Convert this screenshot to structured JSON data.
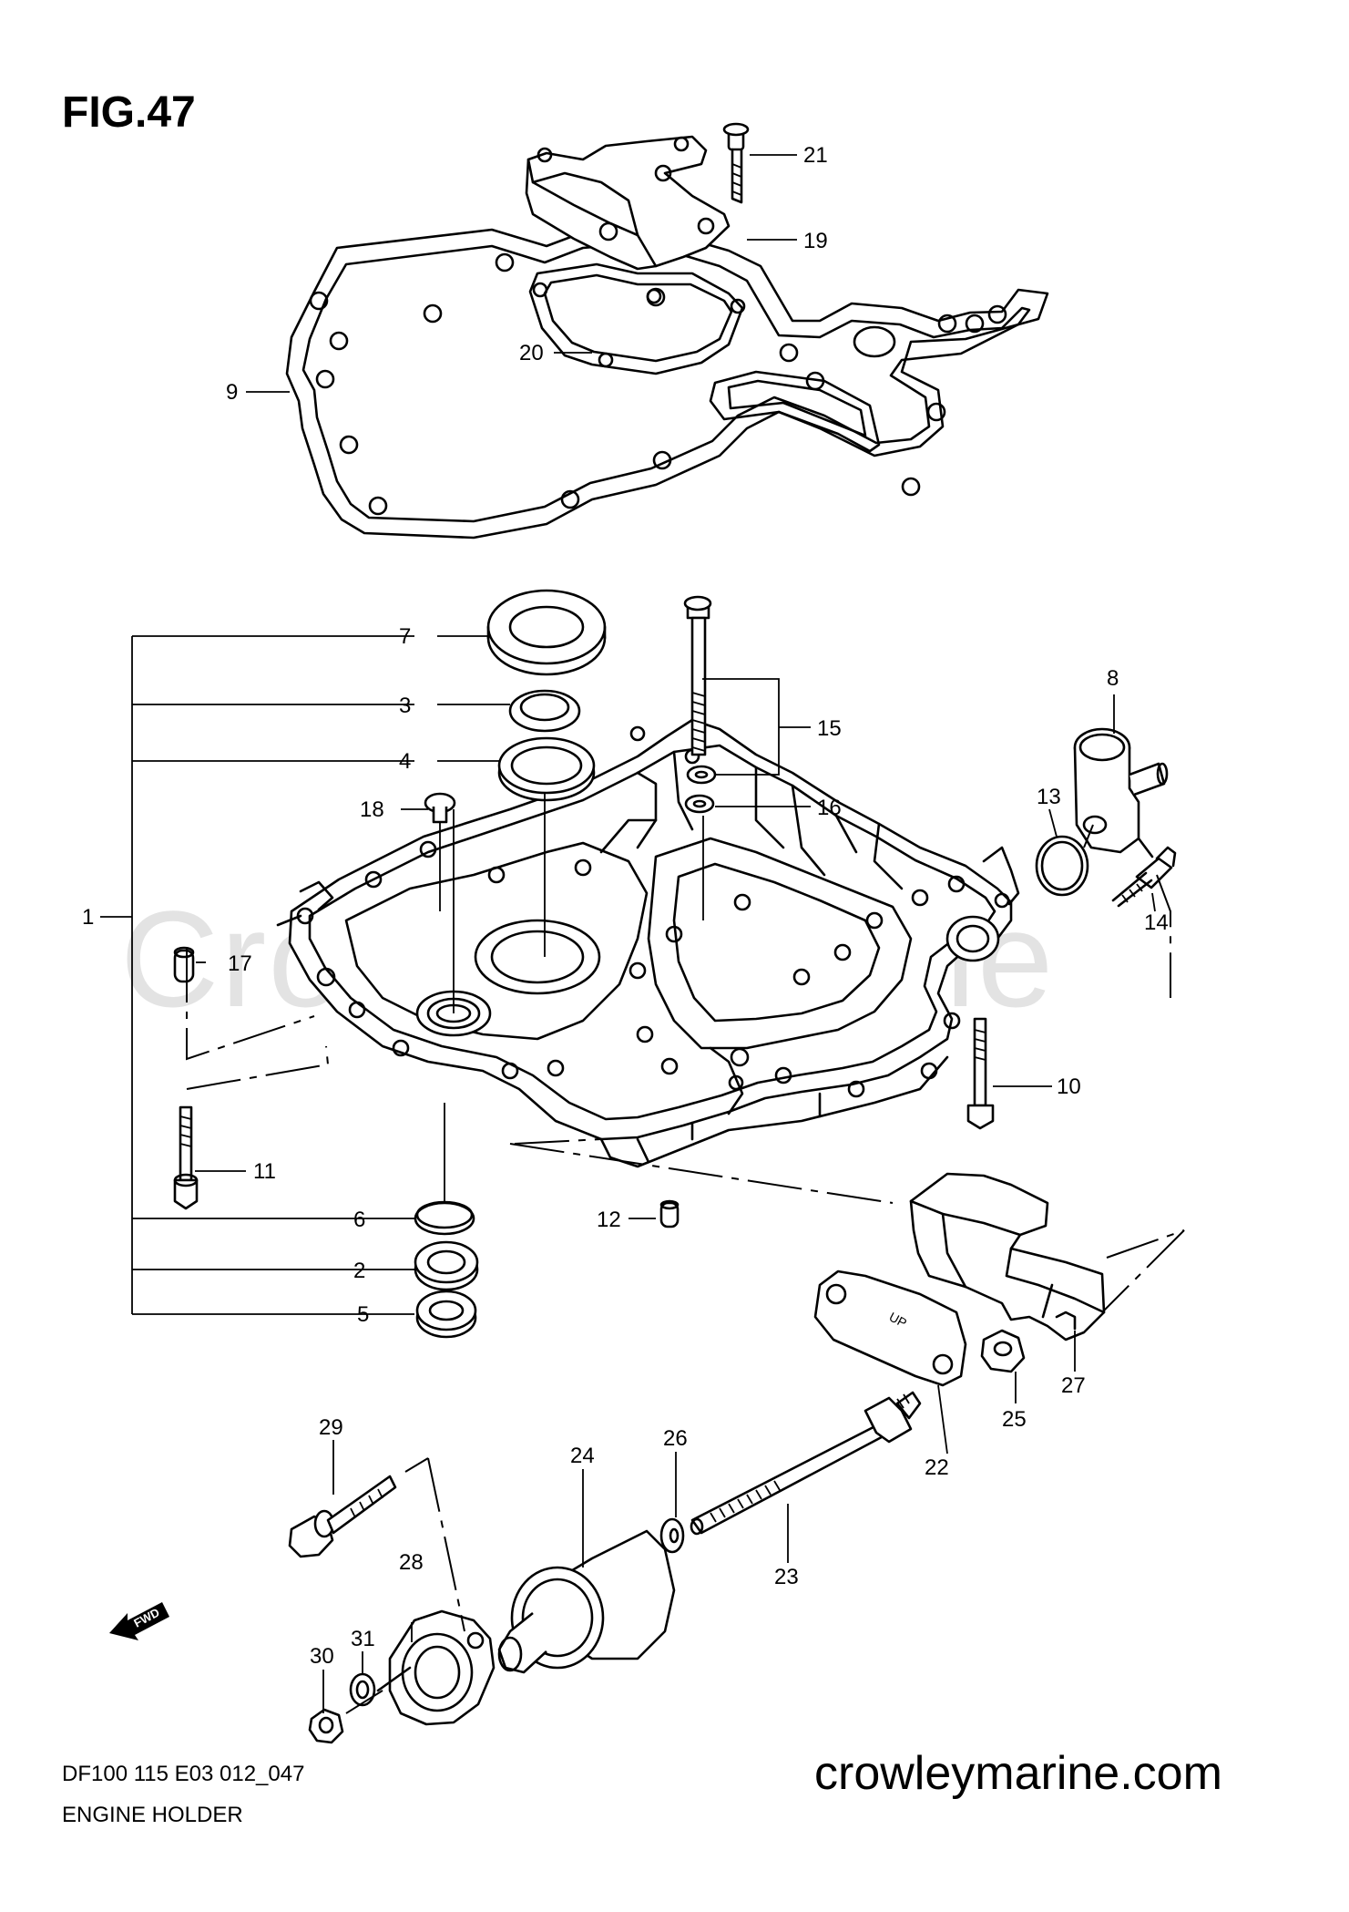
{
  "figure_title": "FIG.47",
  "footer": {
    "code": "DF100 115 E03 012_047",
    "caption": "ENGINE HOLDER",
    "website": "crowleymarine.com"
  },
  "watermark": "Crowleymarine",
  "fwd_label": "FWD",
  "up_label": "UP",
  "callouts": [
    "1",
    "2",
    "3",
    "4",
    "5",
    "6",
    "7",
    "8",
    "9",
    "10",
    "11",
    "12",
    "13",
    "14",
    "15",
    "16",
    "17",
    "18",
    "19",
    "20",
    "21",
    "22",
    "23",
    "24",
    "25",
    "26",
    "27",
    "28",
    "29",
    "30",
    "31"
  ]
}
